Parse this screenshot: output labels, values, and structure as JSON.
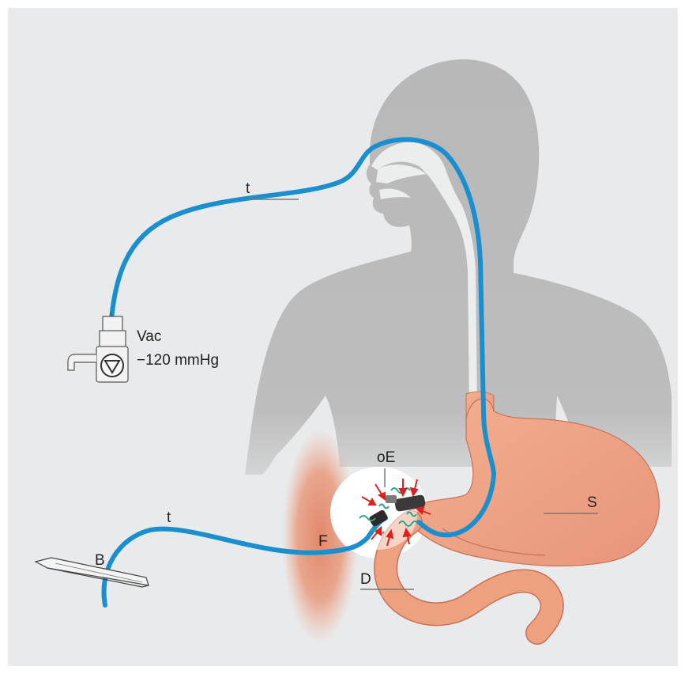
{
  "labels": {
    "tube_upper": "t",
    "vacuum_line1": "Vac",
    "vacuum_line2": "−120 mmHg",
    "tube_lower": "t",
    "bag": "B",
    "fistula": "F",
    "oE": "oE",
    "stomach": "S",
    "duodenum": "D"
  },
  "colors": {
    "background_panel": "#e9eaeb",
    "body_silhouette": "#b9b9b9",
    "tube": "#1a8fd0",
    "stomach": "#eea17f",
    "stomach_outline": "#a85038",
    "arrows": "#e02020",
    "granulation": "#2aa58a",
    "sponge": "#2b2b2b"
  }
}
